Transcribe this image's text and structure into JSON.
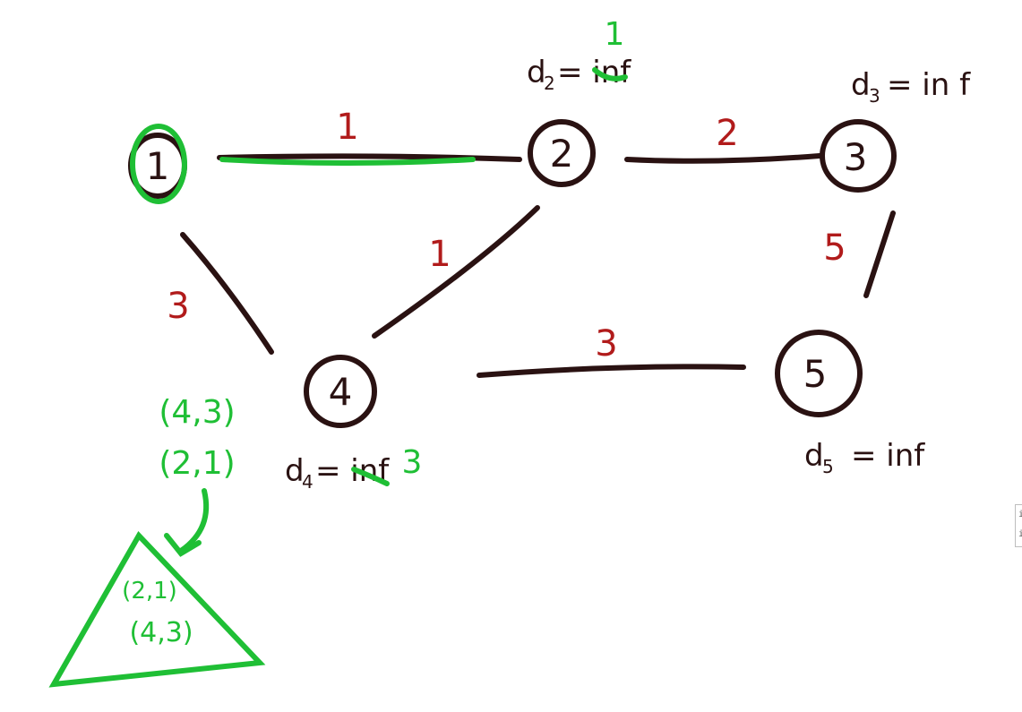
{
  "colors": {
    "ink": "#2a1212",
    "weight": "#b11b1b",
    "highlight": "#1fbf35"
  },
  "nodes": {
    "n1": "1",
    "n2": "2",
    "n3": "3",
    "n4": "4",
    "n5": "5"
  },
  "edges": {
    "e12": "1",
    "e23": "2",
    "e35": "5",
    "e24": "1",
    "e14": "3",
    "e45": "3"
  },
  "distances": {
    "d2": {
      "name": "d",
      "sub": "2",
      "eq": "= inf",
      "update": "1"
    },
    "d3": {
      "name": "d",
      "sub": "3",
      "eq": "= in f"
    },
    "d4": {
      "name": "d",
      "sub": "4",
      "eq": "= inf",
      "update": "3"
    },
    "d5": {
      "name": "d",
      "sub": "5",
      "eq": "= inf"
    }
  },
  "queue_list": [
    "(4,3)",
    "(2,1)"
  ],
  "heap_items": [
    "(2,1)",
    "(4,3)"
  ],
  "side_widget": [
    "i",
    "i"
  ]
}
